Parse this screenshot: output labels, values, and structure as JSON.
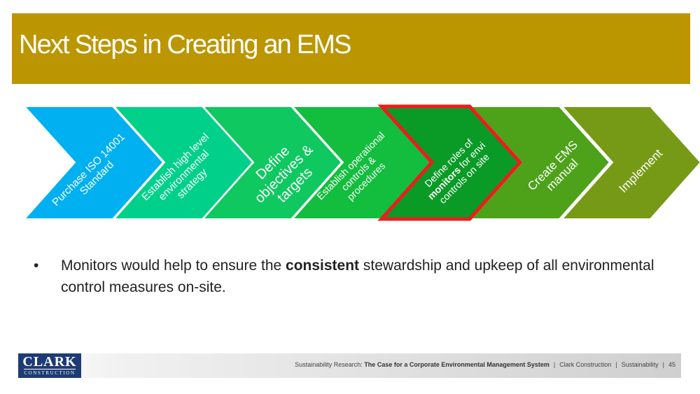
{
  "title": "Next Steps in Creating an EMS",
  "steps": [
    {
      "lines": [
        "Purchase ISO 14001",
        "Standard"
      ],
      "color": "#00b0f0"
    },
    {
      "lines": [
        "Establish high level",
        "environmental",
        "strategy"
      ],
      "color": "#00d08a"
    },
    {
      "lines": [
        "Define",
        "objectives &",
        "targets"
      ],
      "color": "#10c860"
    },
    {
      "lines": [
        "Establish operational",
        "controls &",
        "procedures"
      ],
      "color": "#13bd3e"
    },
    {
      "lines": [
        "Define roles of",
        "monitors for envi",
        "controls on site"
      ],
      "bold_word": "monitors",
      "color": "#0a9a26",
      "highlight": "#ee1c1c"
    },
    {
      "lines": [
        "Create EMS",
        "manual"
      ],
      "color": "#4da21a"
    },
    {
      "lines": [
        "Implement"
      ],
      "color": "#779a16"
    }
  ],
  "bullet": {
    "marker": "•",
    "before": "Monitors would help to ensure the ",
    "emphasis": "consistent",
    "after": " stewardship and upkeep of all environmental control measures on-site."
  },
  "footer": {
    "logo_main": "CLARK",
    "logo_sub": "CONSTRUCTION",
    "prefix": "Sustainability Research: ",
    "doc_title": "The Case for a Corporate Environmental Management System",
    "company": "Clark Construction",
    "section": "Sustainability",
    "separator": "|",
    "page": "45"
  }
}
